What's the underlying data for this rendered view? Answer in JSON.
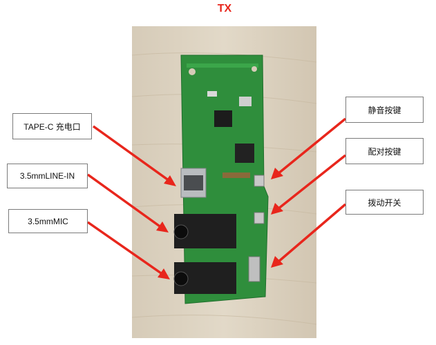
{
  "title": "TX",
  "labels": {
    "typec": "TAPE-C 充电口",
    "linein": "3.5mmLINE-IN",
    "mic": "3.5mmMIC",
    "mute": "静音按键",
    "pair": "配对按键",
    "switch": "拨动开关"
  },
  "colors": {
    "title": "#e8261c",
    "arrow": "#e8261c",
    "pcb": "#2e8b3a",
    "wood": "#d9cfbd"
  }
}
